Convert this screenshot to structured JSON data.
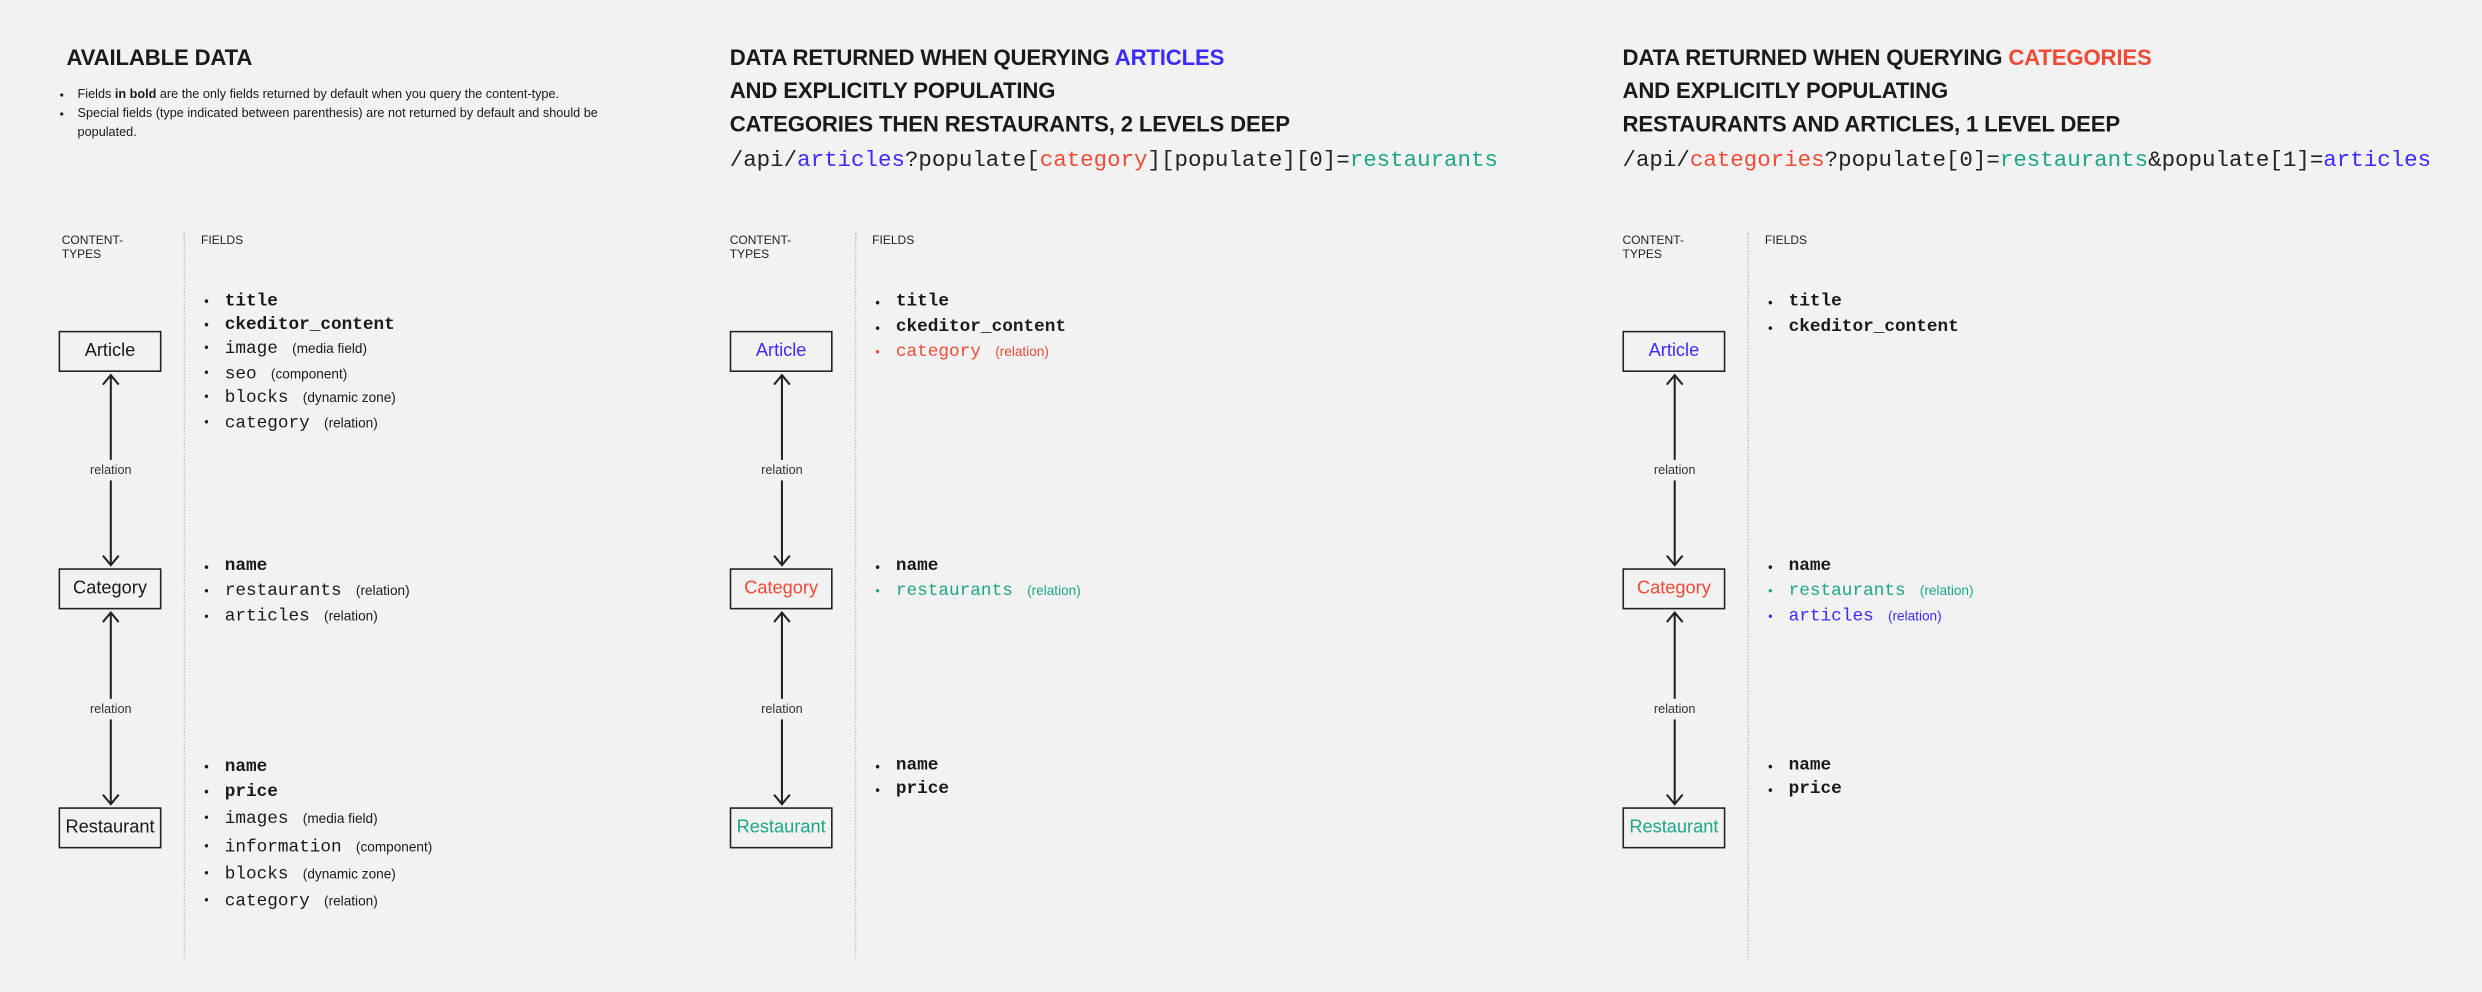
{
  "colors": {
    "text": "#1a1a1a",
    "articles": "#3b2bff",
    "categories": "#ee4b36",
    "restaurants": "#1ea685"
  },
  "columns": [
    {
      "title_lines": [
        [
          {
            "text": "AVAILABLE DATA"
          }
        ]
      ],
      "notes": [
        [
          {
            "text": "Fields "
          },
          {
            "text": "in bold",
            "bold": true
          },
          {
            "text": " are the only fields returned by default when you query the content-type."
          }
        ],
        [
          {
            "text": "Special fields (type indicated between parenthesis) are not returned by default and should be populated."
          }
        ]
      ],
      "url": [],
      "content_types_header": "CONTENT-TYPES",
      "fields_header": "FIELDS",
      "relation_label": "relation",
      "types": [
        {
          "name": "Article",
          "color": "",
          "fields": [
            {
              "name": "title",
              "bold": true
            },
            {
              "name": "ckeditor_content",
              "bold": true
            },
            {
              "name": "image",
              "note": "(media field)"
            },
            {
              "name": "seo",
              "note": "(component)"
            },
            {
              "name": "blocks",
              "note": "(dynamic zone)"
            },
            {
              "name": "category",
              "note": "(relation)"
            }
          ]
        },
        {
          "name": "Category",
          "color": "",
          "fields": [
            {
              "name": "name",
              "bold": true
            },
            {
              "name": "restaurants",
              "note": "(relation)"
            },
            {
              "name": "articles",
              "note": "(relation)"
            }
          ]
        },
        {
          "name": "Restaurant",
          "color": "",
          "fields": [
            {
              "name": "name",
              "bold": true
            },
            {
              "name": "price",
              "bold": true
            },
            {
              "name": "images",
              "note": "(media field)"
            },
            {
              "name": "information",
              "note": "(component)"
            },
            {
              "name": "blocks",
              "note": "(dynamic zone)"
            },
            {
              "name": "category",
              "note": "(relation)"
            }
          ]
        }
      ]
    },
    {
      "title_lines": [
        [
          {
            "text": "DATA RETURNED WHEN QUERYING "
          },
          {
            "text": "ARTICLES",
            "color": "articles"
          }
        ],
        [
          {
            "text": "AND EXPLICITLY POPULATING"
          }
        ],
        [
          {
            "text": "CATEGORIES THEN RESTAURANTS, 2 LEVELS DEEP"
          }
        ]
      ],
      "notes": [],
      "url": [
        {
          "text": "/api/"
        },
        {
          "text": "articles",
          "color": "articles"
        },
        {
          "text": "?populate["
        },
        {
          "text": "category",
          "color": "categories"
        },
        {
          "text": "][populate][0]="
        },
        {
          "text": "restaurants",
          "color": "restaurants"
        }
      ],
      "content_types_header": "CONTENT-TYPES",
      "fields_header": "FIELDS",
      "relation_label": "relation",
      "types": [
        {
          "name": "Article",
          "color": "articles",
          "fields": [
            {
              "name": "title",
              "bold": true
            },
            {
              "name": "ckeditor_content",
              "bold": true
            },
            {
              "name": "category",
              "note": "(relation)",
              "color": "categories"
            }
          ]
        },
        {
          "name": "Category",
          "color": "categories",
          "fields": [
            {
              "name": "name",
              "bold": true
            },
            {
              "name": "restaurants",
              "note": "(relation)",
              "color": "restaurants"
            }
          ]
        },
        {
          "name": "Restaurant",
          "color": "restaurants",
          "fields": [
            {
              "name": "name",
              "bold": true
            },
            {
              "name": "price",
              "bold": true
            }
          ]
        }
      ]
    },
    {
      "title_lines": [
        [
          {
            "text": "DATA RETURNED WHEN QUERYING "
          },
          {
            "text": "CATEGORIES",
            "color": "categories"
          }
        ],
        [
          {
            "text": "AND EXPLICITLY POPULATING"
          }
        ],
        [
          {
            "text": "RESTAURANTS AND ARTICLES, 1 LEVEL DEEP"
          }
        ]
      ],
      "notes": [],
      "url": [
        {
          "text": "/api/"
        },
        {
          "text": "categories",
          "color": "categories"
        },
        {
          "text": "?populate[0]="
        },
        {
          "text": "restaurants",
          "color": "restaurants"
        },
        {
          "text": "&populate[1]="
        },
        {
          "text": "articles",
          "color": "articles"
        }
      ],
      "content_types_header": "CONTENT-TYPES",
      "fields_header": "FIELDS",
      "relation_label": "relation",
      "types": [
        {
          "name": "Article",
          "color": "articles",
          "fields": [
            {
              "name": "title",
              "bold": true
            },
            {
              "name": "ckeditor_content",
              "bold": true
            }
          ]
        },
        {
          "name": "Category",
          "color": "categories",
          "fields": [
            {
              "name": "name",
              "bold": true
            },
            {
              "name": "restaurants",
              "note": "(relation)",
              "color": "restaurants"
            },
            {
              "name": "articles",
              "note": "(relation)",
              "color": "articles"
            }
          ]
        },
        {
          "name": "Restaurant",
          "color": "restaurants",
          "fields": [
            {
              "name": "name",
              "bold": true
            },
            {
              "name": "price",
              "bold": true
            }
          ]
        }
      ]
    }
  ]
}
